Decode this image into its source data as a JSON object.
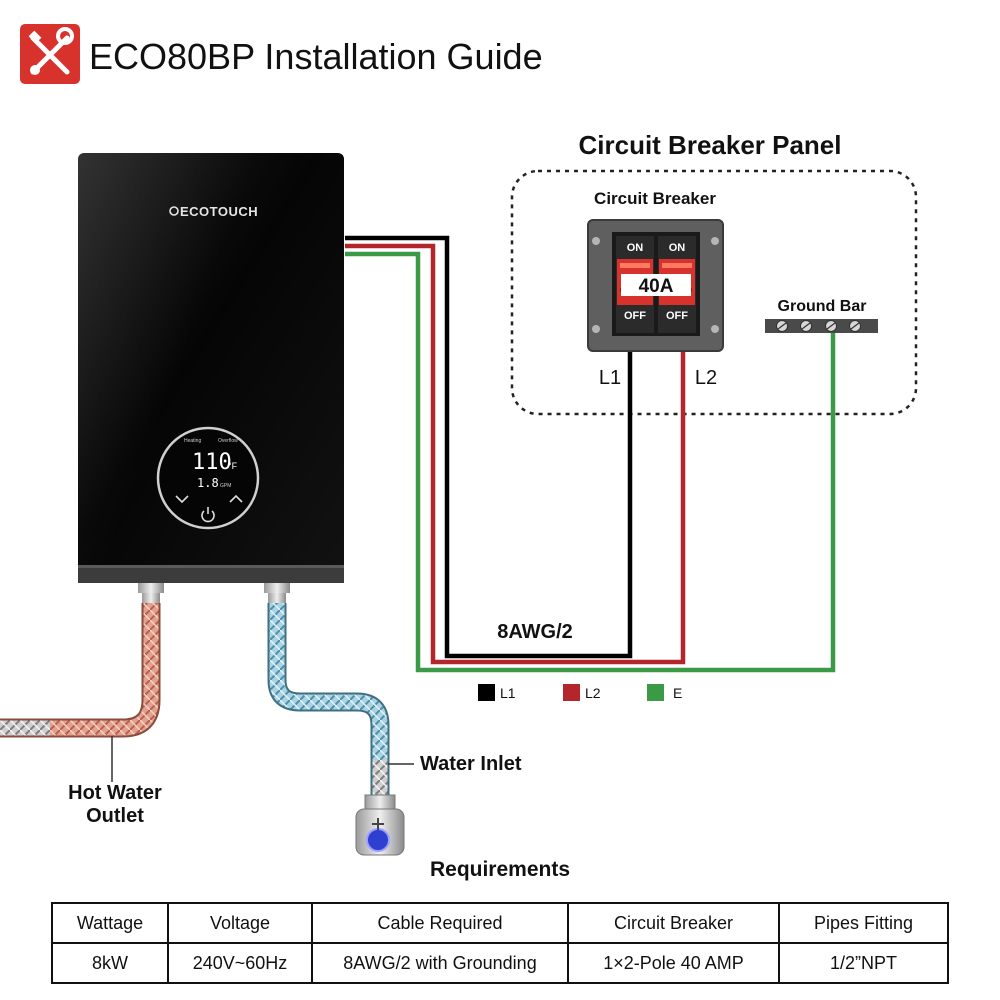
{
  "header": {
    "title": "ECO80BP Installation Guide"
  },
  "heater": {
    "brand": "ECOTOUCH",
    "display": {
      "temperature": "110",
      "unit": "°F",
      "flow": "1.8",
      "mode_left": "Heating",
      "mode_right": "Overflow",
      "flow_unit": "GPM"
    }
  },
  "panel": {
    "title": "Circuit Breaker Panel",
    "breaker_label": "Circuit Breaker",
    "on_left": "ON",
    "on_right": "ON",
    "rating": "40A",
    "off_left": "OFF",
    "off_right": "OFF",
    "l1": "L1",
    "l2": "L2",
    "ground_bar": "Ground Bar"
  },
  "cable": {
    "gauge": "8AWG/2"
  },
  "legend": {
    "items": [
      {
        "label": "L1",
        "color": "#000000"
      },
      {
        "label": "L2",
        "color": "#b3262b"
      },
      {
        "label": "E",
        "color": "#3a9a45"
      }
    ]
  },
  "plumbing": {
    "water_inlet": "Water Inlet",
    "hot_outlet_line1": "Hot Water",
    "hot_outlet_line2": "Outlet"
  },
  "requirements": {
    "title": "Requirements",
    "headers": [
      "Wattage",
      "Voltage",
      "Cable Required",
      "Circuit Breaker",
      "Pipes Fitting"
    ],
    "values": [
      "8kW",
      "240V~60Hz",
      "8AWG/2 with Grounding",
      "1×2-Pole 40 AMP",
      "1/2”NPT"
    ]
  },
  "colors": {
    "accent": "#d8322c",
    "black_wire": "#000000",
    "red_wire": "#b3262b",
    "green_wire": "#3a9a45",
    "hot_pipe": "#d98a78",
    "cold_pipe": "#8fc2d6"
  }
}
